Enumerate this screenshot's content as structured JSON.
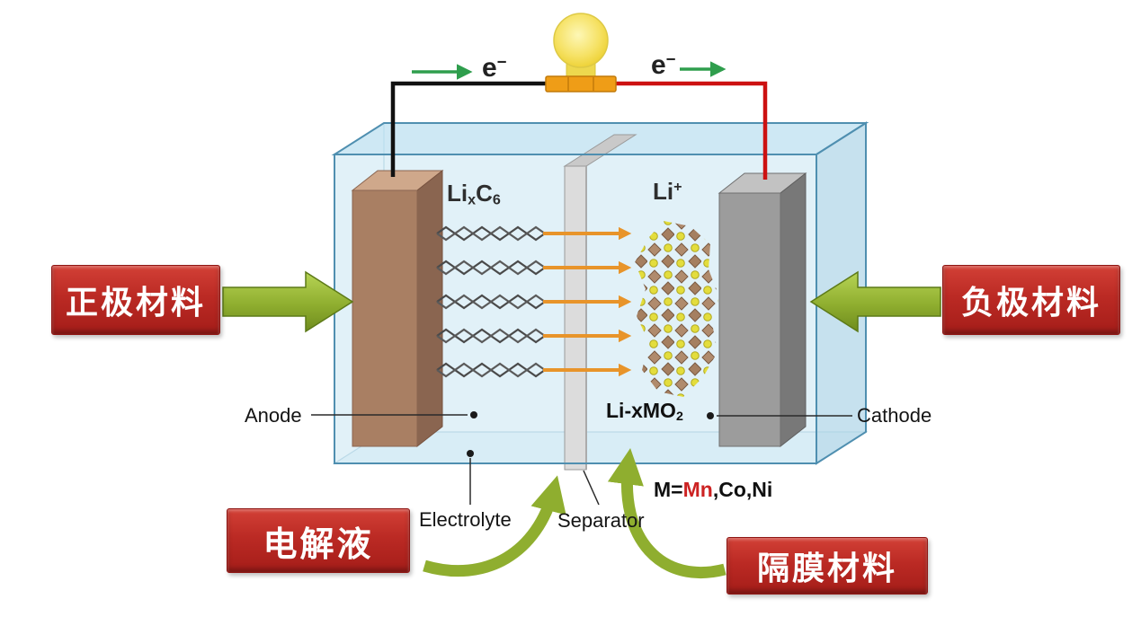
{
  "colors": {
    "banner_red_top": "#d24036",
    "banner_red_bottom": "#a51d19",
    "arrow_green": "#8fae2f",
    "electron_arrow_green": "#2f9e4d",
    "ion_arrow_orange": "#e8942a",
    "box_blue_edge": "#4f8fb0",
    "box_blue_fill": "#d4ebf5",
    "anode_brown": "#a97f63",
    "cathode_gray": "#9c9c9c",
    "separator_gray": "#dcdcdc",
    "wire_left": "#111111",
    "wire_right": "#cc1111",
    "mn_red": "#cc2222",
    "bulb_yellow": "#f2d73e"
  },
  "circuit": {
    "electron_left": {
      "base": "e",
      "sup": "−"
    },
    "electron_right": {
      "base": "e",
      "sup": "−"
    }
  },
  "cell": {
    "graphite_label": {
      "p1": "Li",
      "sub1": "x",
      "p2": "C",
      "sub2": "6"
    },
    "lithium_ion": {
      "base": "Li",
      "sup": "+"
    },
    "metal_oxide": {
      "base": "Li-xMO",
      "sub": "2"
    },
    "metal_note": {
      "prefix": "M=",
      "mn": "Mn",
      "rest": ",Co,Ni"
    },
    "anode": "Anode",
    "cathode": "Cathode",
    "electrolyte": "Electrolyte",
    "separator": "Separator"
  },
  "banners": {
    "left": "正极材料",
    "right": "负极材料",
    "bottom_left": "电解液",
    "bottom_right": "隔膜材料"
  }
}
